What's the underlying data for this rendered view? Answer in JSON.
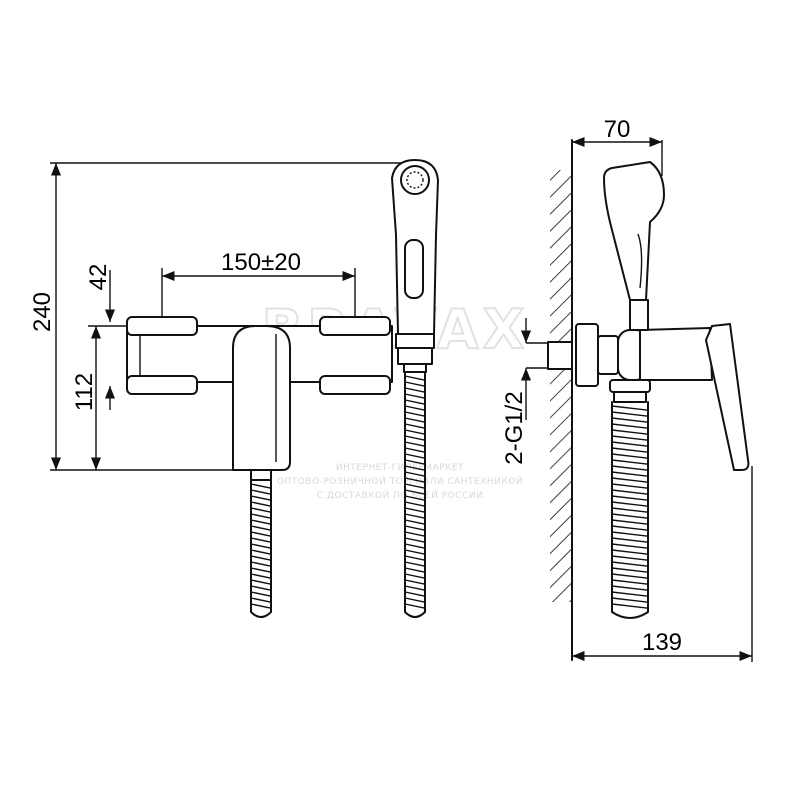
{
  "dimensions": {
    "overall_height": "240",
    "body_height": "112",
    "inlet_offset": "42",
    "center_spacing": "150±20",
    "side_depth": "70",
    "overall_depth": "139",
    "thread": "2-G1/2"
  },
  "watermark": {
    "brand": "BRAVAX",
    "line1": "ИНТЕРНЕТ-ГИПЕРМАРКЕТ",
    "line2": "ОПТОВО-РОЗНИЧНОЙ ТОРГОВЛИ САНТЕХНИКОЙ",
    "line3": "С ДОСТАВКОЙ ПО ВСЕЙ РОССИИ"
  }
}
